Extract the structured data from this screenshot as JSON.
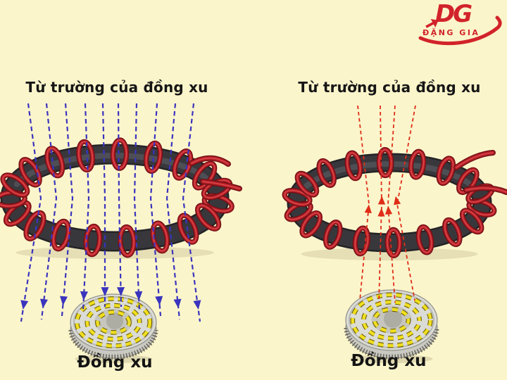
{
  "page": {
    "background_color": "#FBF5CB"
  },
  "logo": {
    "initials": "DG",
    "company": "ĐẶNG GIA",
    "color": "#D2232A"
  },
  "panels": {
    "left": {
      "title": "Từ trường của đồng xu",
      "caption": "Đồng xu",
      "field_lines": {
        "color": "#3A34BE",
        "count": 10,
        "direction": "down",
        "style": "dashed"
      }
    },
    "right": {
      "title": "Từ trường của đồng xu",
      "caption": "Đồng xu",
      "field_lines": {
        "color": "#DF2D18",
        "count": 4,
        "direction": "up",
        "style": "dashed"
      }
    }
  },
  "coil": {
    "wire_color": "#B41E28",
    "wire_dark": "#701014",
    "wire_light": "#E1504E",
    "core_color": "#38383C",
    "turns": 19
  },
  "coin": {
    "body_color": "#DCDCD6",
    "edge_color": "#C9C9C2",
    "eddy_current_color": "#F0DF1F"
  }
}
